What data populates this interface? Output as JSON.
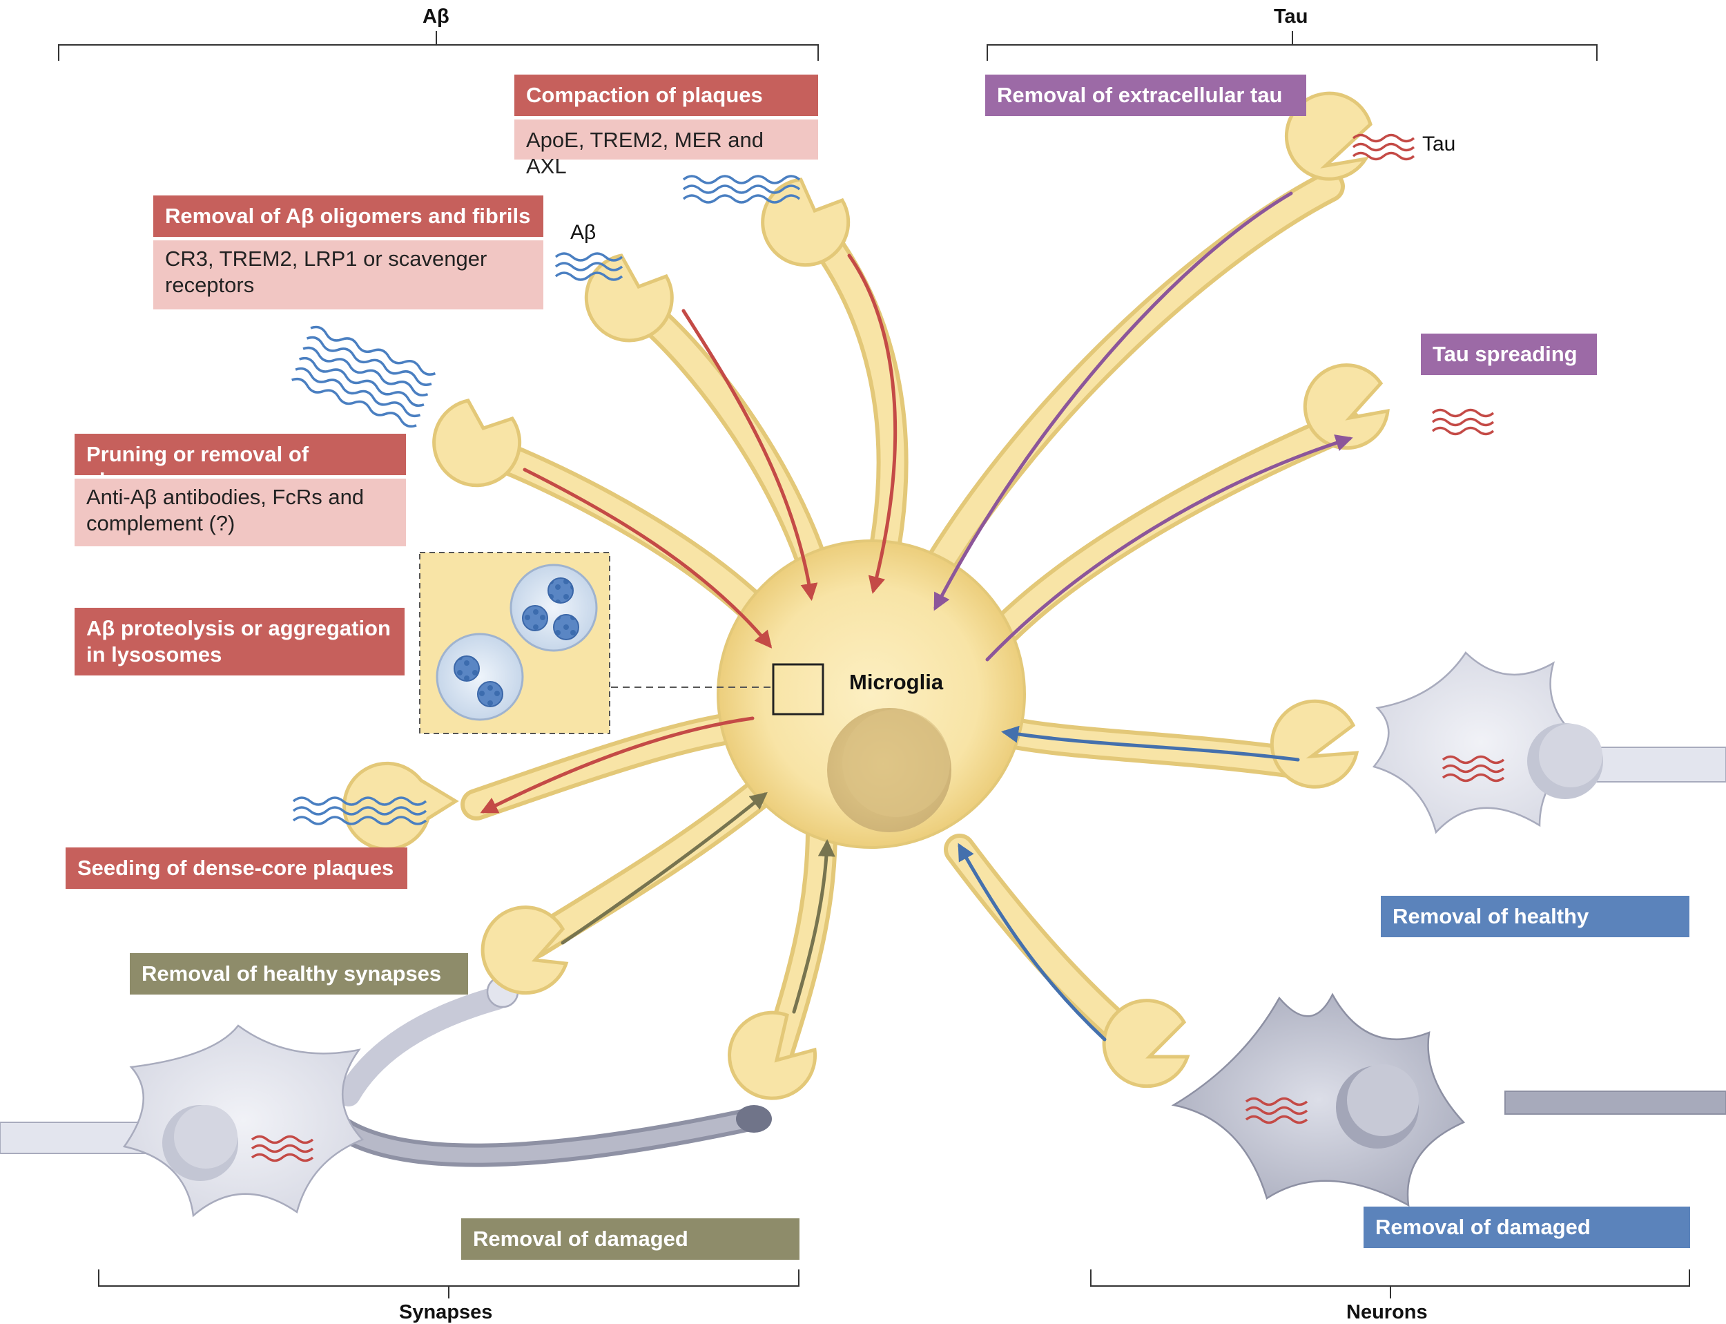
{
  "groups": {
    "abeta": "Aβ",
    "tau": "Tau",
    "synapses": "Synapses",
    "neurons": "Neurons"
  },
  "boxes": {
    "compaction": {
      "header": "Compaction of plaques",
      "detail": "ApoE, TREM2, MER and AXL"
    },
    "oligomers": {
      "header": "Removal of Aβ oligomers and fibrils",
      "detail": [
        "CR3, TREM2, LRP1 or scavenger",
        "receptors"
      ]
    },
    "pruning": {
      "header": "Pruning or removal of plaques",
      "detail": [
        "Anti-Aβ antibodies, FcRs and",
        "complement (?)"
      ]
    },
    "proteolysis": {
      "header": [
        "Aβ proteolysis or aggregation",
        "in lysosomes"
      ]
    },
    "seeding": {
      "header": "Seeding of dense-core plaques"
    },
    "extracellular_tau": {
      "header": "Removal of extracellular tau"
    },
    "tau_spreading": {
      "header": "Tau spreading"
    },
    "healthy_neurons": {
      "header": "Removal of healthy neurons"
    },
    "damaged_neurons": {
      "header": "Removal of damaged neurons"
    },
    "healthy_synapses": {
      "header": "Removal of healthy synapses"
    },
    "damaged_synapses": {
      "header": "Removal of damaged synapses"
    }
  },
  "labels": {
    "microglia": "Microglia",
    "abeta": "Aβ",
    "tau": "Tau"
  },
  "colors": {
    "abeta_pathway": "#c6605c",
    "tau_pathway": "#9c6aa6",
    "synapse_pathway": "#8e8c6a",
    "neuron_pathway": "#5b83bb",
    "microglia_body": "#f7e3a1",
    "abeta_fibril": "#4a7fc1",
    "tau_fibril": "#c6605c"
  }
}
